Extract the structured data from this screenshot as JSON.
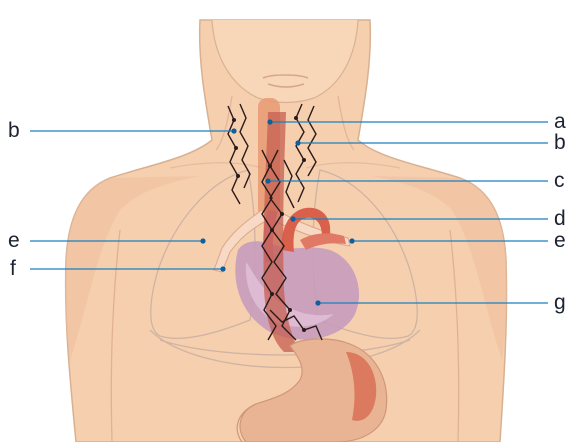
{
  "labels": {
    "left_b": "b",
    "left_e": "e",
    "left_f": "f",
    "right_a": "a",
    "right_b": "b",
    "right_c": "c",
    "right_d": "d",
    "right_e": "e",
    "right_g": "g"
  },
  "colors": {
    "skin": "#f6cfae",
    "skin_shadow": "#efbf9c",
    "outline": "#c8a48a",
    "lung_line": "#cfb3a3",
    "heart": "#c79bbd",
    "heart_light": "#e2c1d9",
    "aorta": "#d9604a",
    "esophagus": "#c55f52",
    "stomach": "#dfa07e",
    "trachea": "#e89a73",
    "nodes": "#2a1a1a",
    "leader_line": "#1a7fc0",
    "leader_dot": "#0d5f9e",
    "text": "#1c2230"
  },
  "icons": {
    "anatomy": "thorax-anatomy-illustration"
  }
}
